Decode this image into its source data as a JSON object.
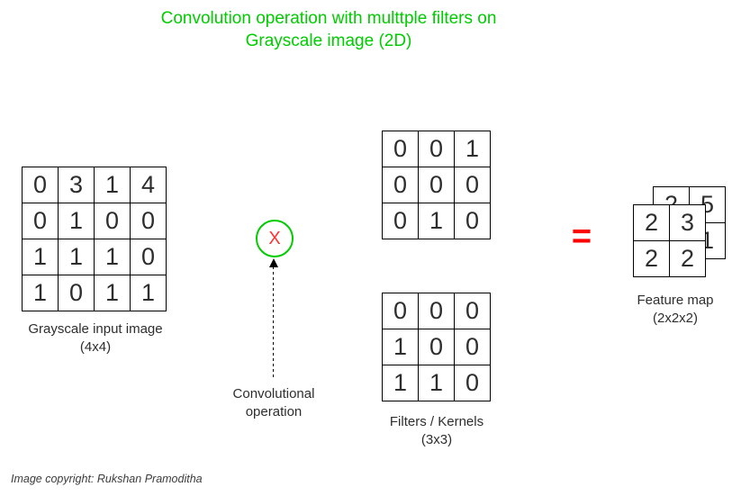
{
  "title": {
    "line1": "Convolution operation with multtple filters on",
    "line2": "Grayscale image (2D)",
    "color": "#00CC00"
  },
  "input_image": {
    "grid": [
      [
        "0",
        "3",
        "1",
        "4"
      ],
      [
        "0",
        "1",
        "0",
        "0"
      ],
      [
        "1",
        "1",
        "1",
        "0"
      ],
      [
        "1",
        "0",
        "1",
        "1"
      ]
    ],
    "label": "Grayscale input image",
    "sublabel": "(4x4)"
  },
  "operation": {
    "symbol": "X",
    "symbol_color": "#FF3333",
    "circle_color": "#00CC00",
    "label_line1": "Convolutional",
    "label_line2": "operation"
  },
  "filters": {
    "filter1": [
      [
        "0",
        "0",
        "1"
      ],
      [
        "0",
        "0",
        "0"
      ],
      [
        "0",
        "1",
        "0"
      ]
    ],
    "filter2": [
      [
        "0",
        "0",
        "0"
      ],
      [
        "1",
        "0",
        "0"
      ],
      [
        "1",
        "1",
        "0"
      ]
    ],
    "label": "Filters / Kernels",
    "sublabel": "(3x3)"
  },
  "equals": {
    "symbol": "=",
    "color": "#FF0000"
  },
  "feature_map": {
    "back_grid": [
      [
        "2",
        "5"
      ],
      [
        "",
        "1"
      ]
    ],
    "front_grid": [
      [
        "2",
        "3"
      ],
      [
        "2",
        "2"
      ]
    ],
    "label": "Feature map",
    "sublabel": "(2x2x2)"
  },
  "footer": {
    "copyright": "Image copyright: Rukshan Pramoditha"
  }
}
